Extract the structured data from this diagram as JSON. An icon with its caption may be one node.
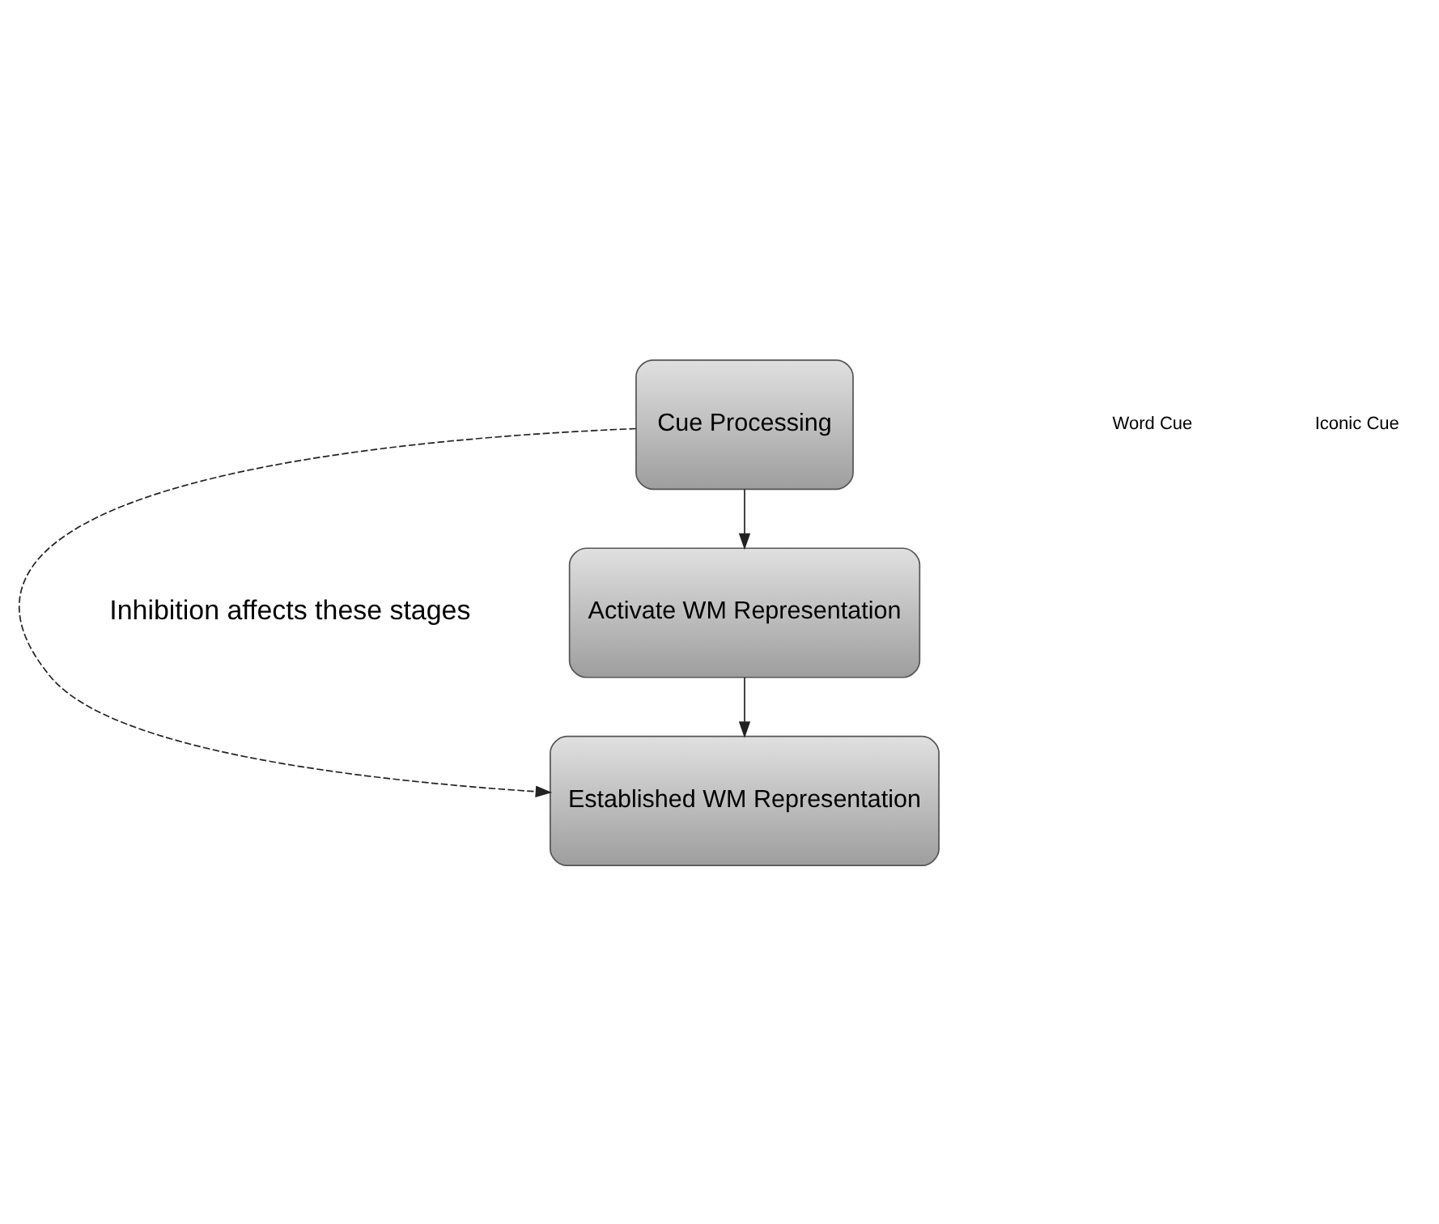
{
  "diagram": {
    "nodes": [
      {
        "text": [
          "Cue Processing"
        ]
      },
      {
        "text": [
          "Activate WM Representation"
        ]
      },
      {
        "text": [
          "Established WM Representation"
        ]
      }
    ],
    "edges": [
      {
        "from": 0,
        "to": 1,
        "arrow": "to"
      },
      {
        "from": 1,
        "to": 2,
        "arrow": "to"
      },
      {
        "from": 0,
        "to": 2,
        "arrow": "to",
        "style": "dashed"
      }
    ],
    "labels": [
      "Inhibition affects these stages"
    ],
    "legend": [
      {
        "text": "Word Cue"
      },
      {
        "text": "Iconic Cue"
      }
    ]
  }
}
